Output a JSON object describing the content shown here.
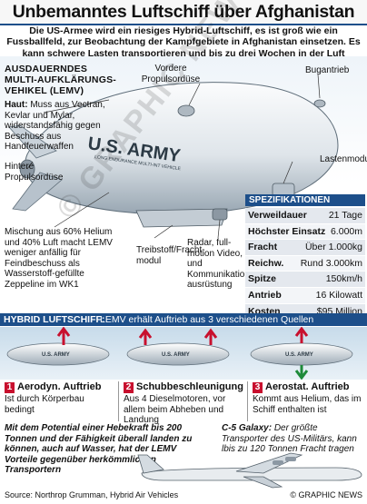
{
  "header": {
    "title": "Unbemanntes Luftschiff über Afghanistan",
    "intro": "Die US-Armee wird ein riesiges Hybrid-Luftschiff, es ist groß wie ein Fussballfeld, zur Beobachtung der Kampfgebiete in Afghanistan einsetzen. Es kann schwere Lasten transportieren und bis zu drei Wochen in der Luft bleiben"
  },
  "diagram": {
    "lemv_title": [
      "AUSDAUERNDES",
      "MULTI-AUFKLÄRUNGS-",
      "VEHIKEL (LEMV)"
    ],
    "haut_label": "Haut:",
    "haut_text": "Muss aus Vectran, Kevlar und Mylar, widerstandsfähig gegen Beschuss aus Handfeuerwaffen",
    "front_propulsion": "Vordere Propulsordüse",
    "bow_thruster": "Bugantrieb",
    "rear_propulsion": "Hintere Propulsordüse",
    "cargo_module": "Lastenmodul",
    "gas_mix": "Mischung aus 60% Helium und 40% Luft macht LEMV weniger anfällig für Feindbeschuss als Wasserstoff-gefüllte Zeppeline im WK1",
    "fuel_module": "Treibstoff/Fracht-modul",
    "radar": "Radar, full-motion Video, und Kommunikations-ausrüstung",
    "hull_text_main": "U.S. ARMY",
    "hull_text_sub": "LONG ENDURANCE MULTI-INT VEHICLE",
    "watermark": "© GRAPHIC NEWS"
  },
  "specs": {
    "heading": "SPEZIFIKATIONEN",
    "rows": [
      {
        "label": "Verweildauer",
        "value": "21 Tage"
      },
      {
        "label": "Höchster Einsatz",
        "value": "6.000m"
      },
      {
        "label": "Fracht",
        "value": "Über 1.000kg"
      },
      {
        "label": "Reichw.",
        "value": "Rund 3.000km"
      },
      {
        "label": "Spitze",
        "value": "150km/h"
      },
      {
        "label": "Antrieb",
        "value": "16 Kilowatt"
      },
      {
        "label": "Kosten",
        "value": "$95 Million"
      }
    ]
  },
  "hybrid": {
    "title": "HYBRID LUFTSCHIFF:",
    "subtitle": "LEMV erhält Auftrieb aus 3 verschiedenen Quellen",
    "steps": [
      {
        "num": "1",
        "title": "Aerodyn. Auftrieb",
        "desc": "Ist durch Körperbau bedingt"
      },
      {
        "num": "2",
        "title": "Schubbeschleunigung",
        "desc": "Aus 4 Dieselmotoren, vor allem beim Abheben und Landung"
      },
      {
        "num": "3",
        "title": "Aerostat. Auftrieb",
        "desc": "Kommt aus Helium, das im Schiff enthalten ist"
      }
    ]
  },
  "footer": {
    "left_text": "Mit dem Potential einer Hebekraft bis 200 Tonnen und der Fähigkeit überall landen zu können, auch auf Wasser, hat der LEMV Vorteile gegenüber herkömmlichen Transportern",
    "c5_label": "C-5 Galaxy:",
    "c5_text": "Der größte Transporter des US-Militärs, kann lbis zu 120 Tonnen Fracht tragen",
    "source": "Source: Northrop Grumman, Hybrid Air Vehicles",
    "copyright": "© GRAPHIC NEWS"
  },
  "colors": {
    "accent_blue": "#1d4f8a",
    "arrow_red": "#c8102e",
    "arrow_green": "#1e8a3a"
  }
}
